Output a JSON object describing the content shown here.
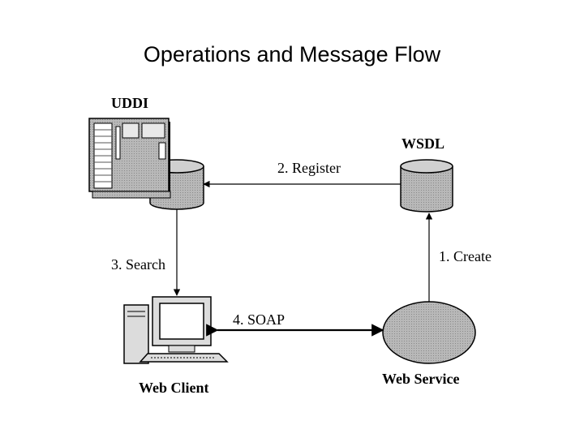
{
  "title": "Operations and Message Flow",
  "nodes": {
    "uddi": "UDDI",
    "wsdl": "WSDL",
    "web_client": "Web Client",
    "web_service": "Web Service"
  },
  "edges": {
    "create": "1. Create",
    "register": "2. Register",
    "search": "3. Search",
    "soap": "4. SOAP"
  }
}
